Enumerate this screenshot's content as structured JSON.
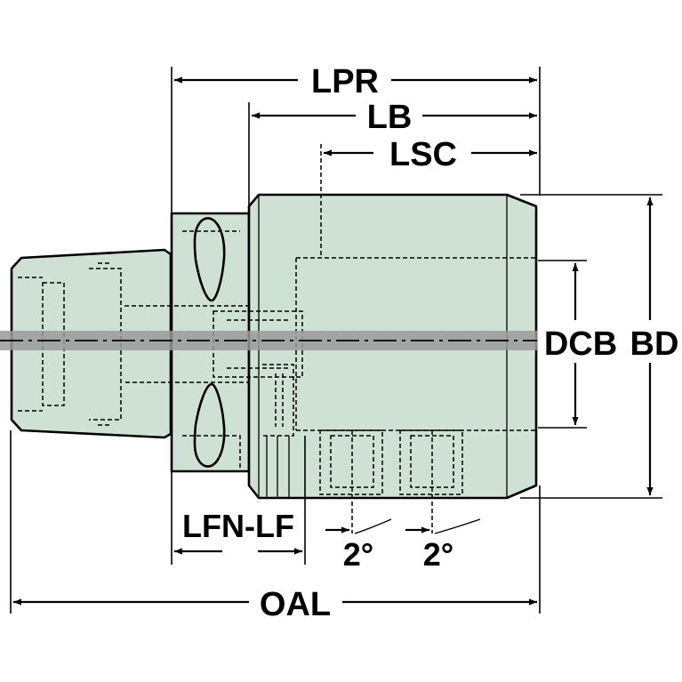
{
  "labels": {
    "lpr": "LPR",
    "lb": "LB",
    "lsc": "LSC",
    "dcb": "DCB",
    "bd": "BD",
    "lfn_lf": "LFN-LF",
    "angle_left": "2°",
    "angle_right": "2°",
    "oal": "OAL"
  },
  "colors": {
    "body_fill": "#cfe0d4",
    "centerline_band": "#9a9a9a",
    "line": "#000000",
    "background": "#ffffff"
  }
}
